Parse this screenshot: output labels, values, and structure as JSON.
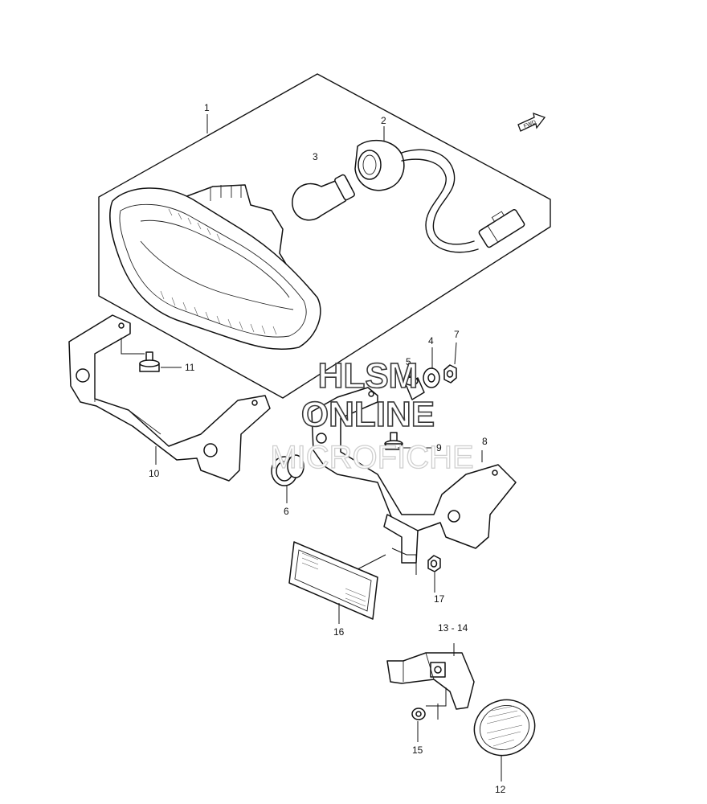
{
  "diagram": {
    "fwd_label": "FWD",
    "part_numbers": {
      "p1": "1",
      "p2": "2",
      "p3": "3",
      "p4": "4",
      "p5": "5",
      "p6": "6",
      "p7": "7",
      "p8": "8",
      "p9": "9",
      "p10": "10",
      "p11": "11",
      "p12": "12",
      "p13_14": "13 - 14",
      "p15": "15",
      "p16": "16",
      "p17": "17"
    }
  },
  "watermark": {
    "line1": "HLSM",
    "line2": "ONLINE",
    "line3": "MICROFICHE"
  }
}
